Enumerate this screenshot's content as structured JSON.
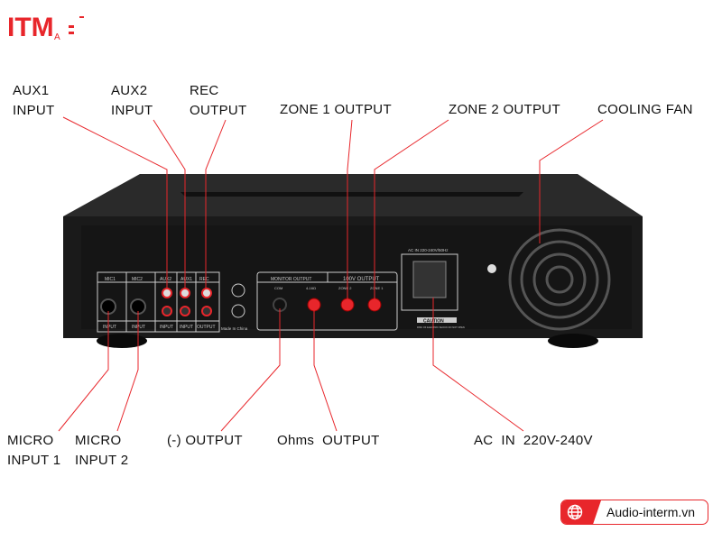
{
  "brand": {
    "logo": "ITM",
    "logo_sub": "A",
    "website": "Audio-interm.vn"
  },
  "callouts": {
    "aux1": [
      "AUX1",
      "INPUT"
    ],
    "aux2": [
      "AUX2",
      "INPUT"
    ],
    "rec": [
      "REC",
      "OUTPUT"
    ],
    "zone1": "ZONE 1 OUTPUT",
    "zone2": "ZONE 2 OUTPUT",
    "fan": "COOLING FAN",
    "mic1": [
      "MICRO",
      "INPUT 1"
    ],
    "mic2": [
      "MICRO",
      "INPUT 2"
    ],
    "neg_out": "(-) OUTPUT",
    "ohms_out": "Ohms  OUTPUT",
    "ac_in": "AC  IN  220V-240V"
  },
  "panel": {
    "mic1": "MIC1",
    "mic2": "MIC2",
    "aux2": "AUX2",
    "aux1": "AUX1",
    "rec": "REC",
    "input": "INPUT",
    "output": "OUTPUT",
    "monitor_output": "MONITOR OUTPUT",
    "v100_output": "100V OUTPUT",
    "com": "COM",
    "ohms": "4-16Ω",
    "zone2": "ZONE 2",
    "zone1": "ZONE 1",
    "made_in": "Made In China",
    "ac_rating": "AC IN 220-240V/50Hz",
    "caution": "CAUTION",
    "caution_text": "RISK OF ELECTRIC SHOCK DO NOT OPEN"
  },
  "colors": {
    "accent": "#e8262b",
    "chassis": "#1a1a1a"
  }
}
